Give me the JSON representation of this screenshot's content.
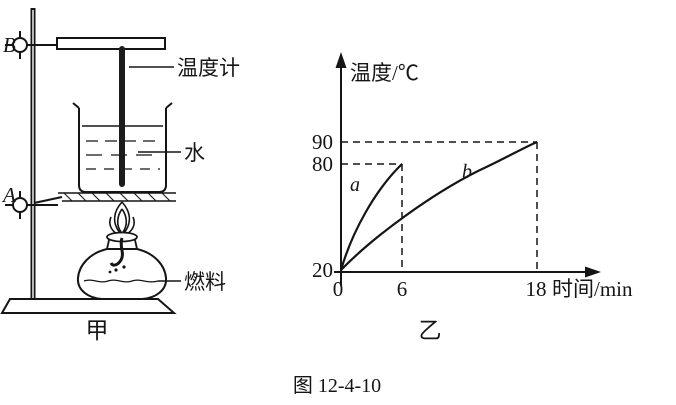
{
  "figure": {
    "caption": "图 12-4-10"
  },
  "apparatus": {
    "caption": "甲",
    "clamp_top": "B",
    "clamp_bottom": "A",
    "labels": {
      "thermometer": "温度计",
      "water": "水",
      "fuel": "燃料"
    }
  },
  "graph": {
    "caption": "乙",
    "y_axis_label": "温度/℃",
    "x_axis_label": "时间/min",
    "ticks": {
      "y90": "90",
      "y80": "80",
      "y20": "20",
      "origin": "0",
      "x6": "6",
      "x18": "18"
    },
    "curves": {
      "a": "a",
      "b": "b"
    }
  },
  "chart_data": {
    "type": "line",
    "title": "",
    "xlabel": "时间/min",
    "ylabel": "温度/℃",
    "xlim": [
      0,
      20
    ],
    "ylim": [
      20,
      100
    ],
    "x_ticks": [
      0,
      6,
      18
    ],
    "y_ticks": [
      20,
      80,
      90
    ],
    "grid": false,
    "legend_position": "on-curve",
    "series": [
      {
        "name": "a",
        "shape": "concave-down heating curve",
        "x": [
          0,
          6
        ],
        "y": [
          20,
          80
        ]
      },
      {
        "name": "b",
        "shape": "concave-down heating curve",
        "x": [
          0,
          18
        ],
        "y": [
          20,
          90
        ]
      }
    ],
    "annotations": [
      "dashed guide lines from y=80 to x=6 (curve a endpoint)",
      "dashed guide lines from y=90 to x=18 (curve b endpoint)"
    ]
  }
}
